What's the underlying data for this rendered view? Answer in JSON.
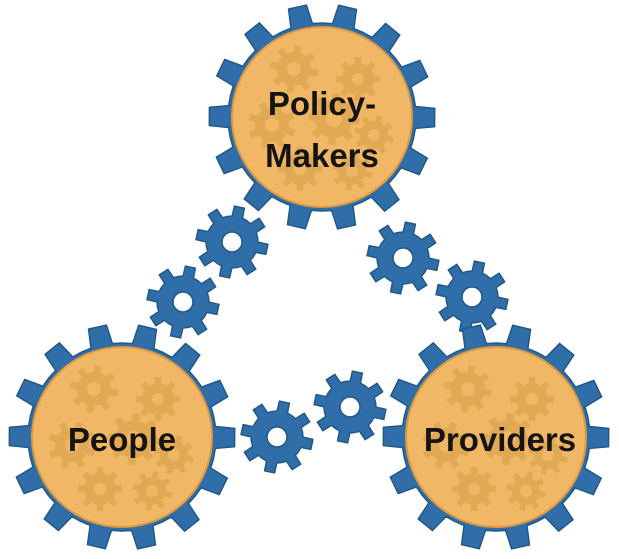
{
  "colors": {
    "gear": "#2f6ea8",
    "gear_edge": "#225887",
    "disc": "#f0b766",
    "disc_edge": "#e09a3e",
    "inner_gear": "#d69f45",
    "label": "#141414",
    "background": "#ffffff"
  },
  "nodes": {
    "policy_makers": {
      "line1": "Policy-",
      "line2": "Makers"
    },
    "people": {
      "label": "People"
    },
    "providers": {
      "label": "Providers"
    }
  }
}
